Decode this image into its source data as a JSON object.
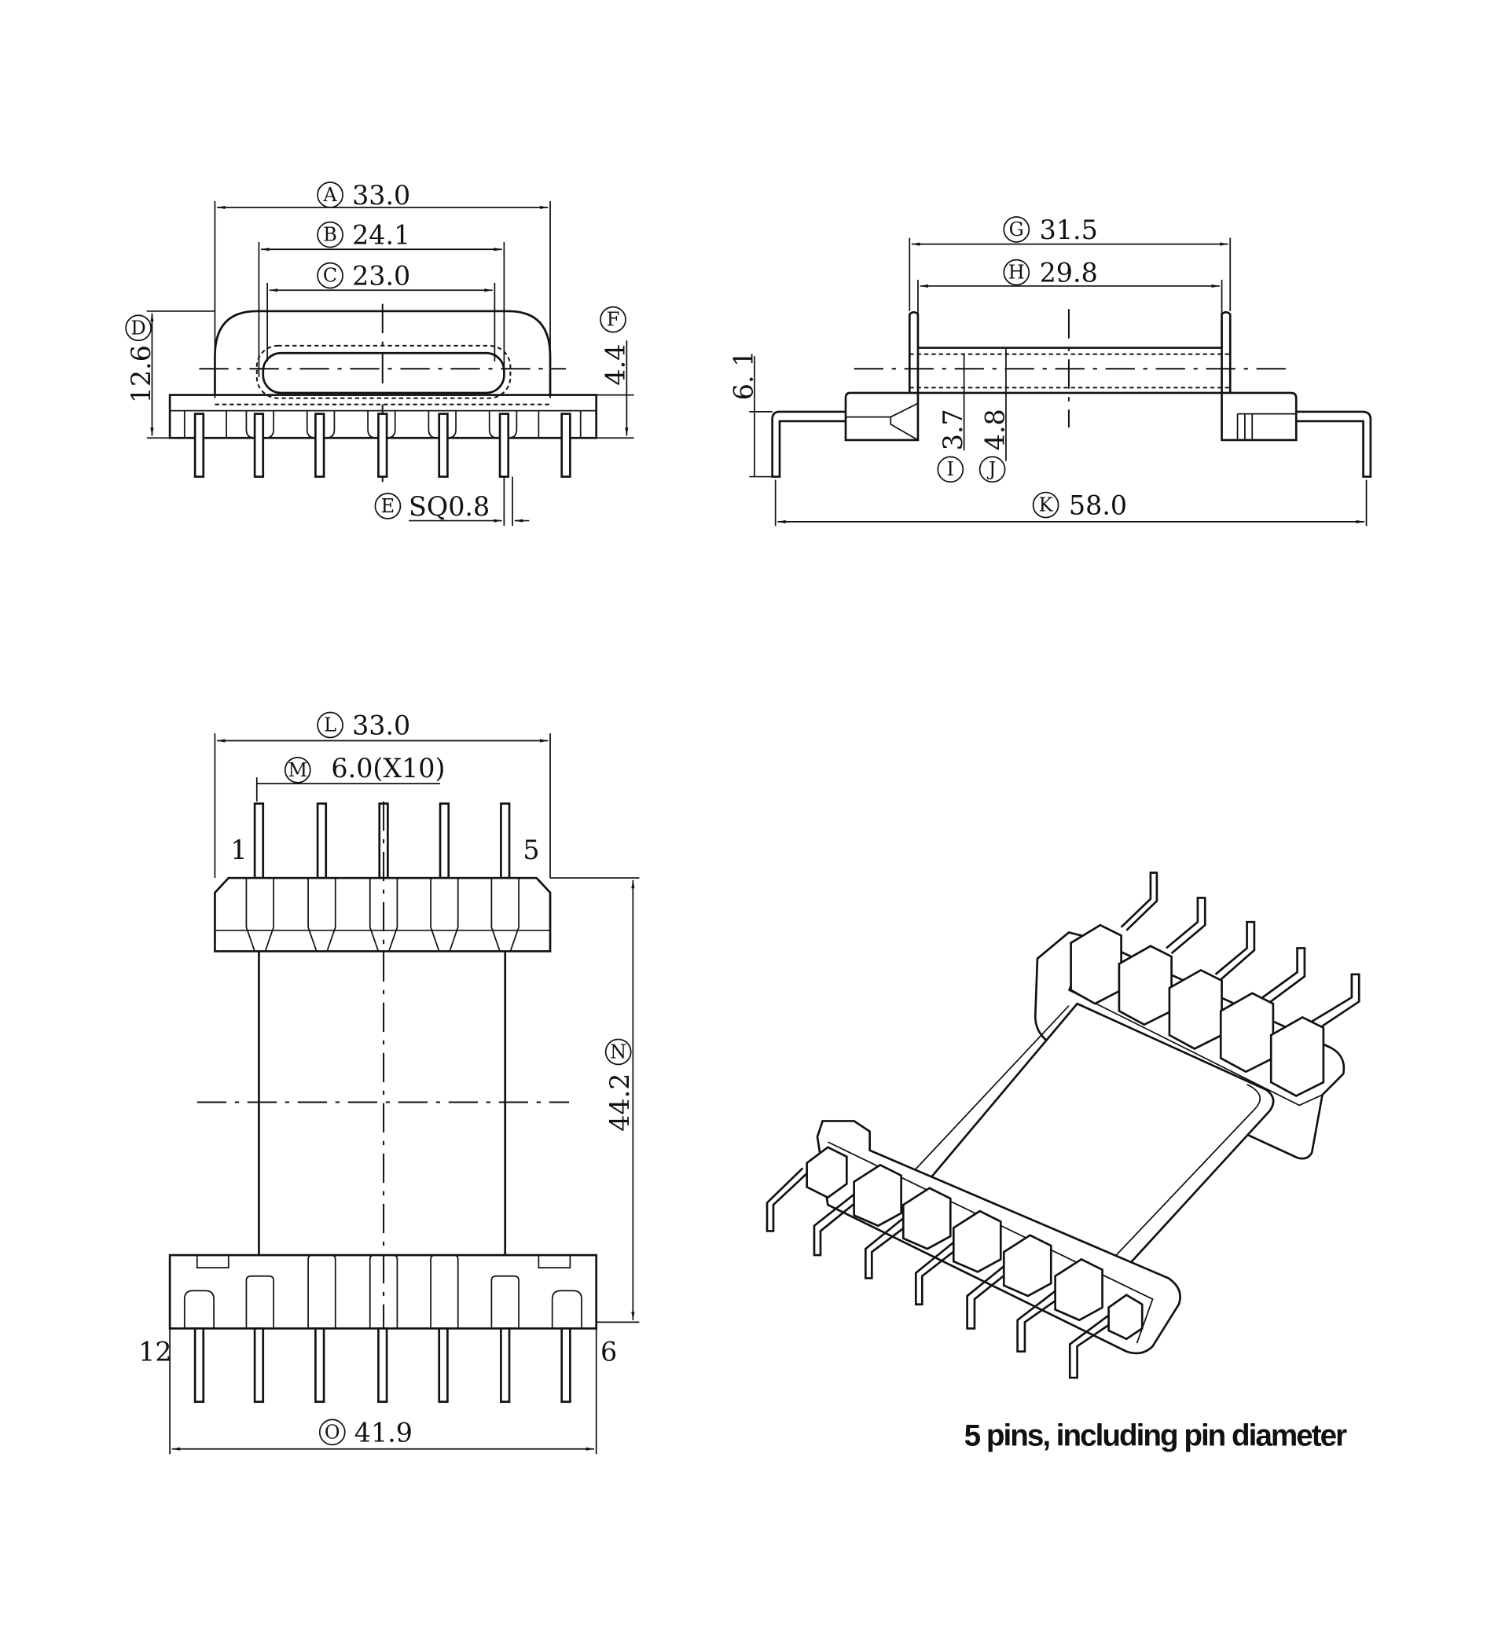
{
  "dimensions": {
    "A": {
      "letter": "A",
      "value": "33.0"
    },
    "B": {
      "letter": "B",
      "value": "24.1"
    },
    "C": {
      "letter": "C",
      "value": "23.0"
    },
    "D": {
      "letter": "D",
      "value": "12.6"
    },
    "E": {
      "letter": "E",
      "value": "SQ0.8"
    },
    "F": {
      "letter": "F",
      "value": "4.4"
    },
    "G": {
      "letter": "G",
      "value": "31.5"
    },
    "H": {
      "letter": "H",
      "value": "29.8"
    },
    "I": {
      "letter": "I",
      "value": "3.7"
    },
    "J": {
      "letter": "J",
      "value": "4.8"
    },
    "K": {
      "letter": "K",
      "value": "58.0"
    },
    "L": {
      "letter": "L",
      "value": "33.0"
    },
    "M": {
      "letter": "M",
      "value": "6.0(X10)"
    },
    "N": {
      "letter": "N",
      "value": "44.2"
    },
    "O": {
      "letter": "O",
      "value": "41.9"
    }
  },
  "pin_labels": {
    "p1": "1",
    "p5": "5",
    "p12": "12",
    "p6": "6"
  },
  "caption": "5 pins, including pin diameter"
}
